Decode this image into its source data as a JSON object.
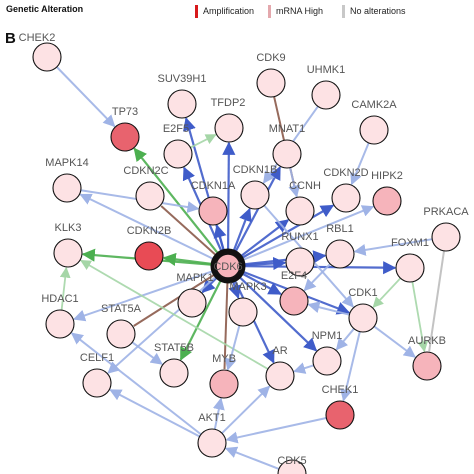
{
  "legend": {
    "title": "Genetic Alteration",
    "items": [
      {
        "label": "Amplification",
        "color": "#d7191c"
      },
      {
        "label": "mRNA High",
        "color": "#e4a8ad"
      },
      {
        "label": "No alterations",
        "color": "#c8c8c8"
      }
    ]
  },
  "panel_label": "B",
  "colors": {
    "edge_blue": "#3f5cc9",
    "edge_light_blue": "#9fb3e6",
    "edge_green": "#4caf50",
    "edge_light_green": "#a5d6a7",
    "edge_brown": "#8b5a4a",
    "edge_gray": "#bdbdbd",
    "node_border": "#111111",
    "node_fill_light": "#fde2e4",
    "node_fill_mid": "#f6b4bb",
    "node_fill_strong": "#e8636e"
  },
  "graph": {
    "center": "CDK6",
    "nodes": [
      {
        "id": "CDK6",
        "label": "CDK6",
        "level": "center"
      },
      {
        "id": "CHEK2",
        "label": "CHEK2",
        "level": "light"
      },
      {
        "id": "CDK9",
        "label": "CDK9",
        "level": "light"
      },
      {
        "id": "UHMK1",
        "label": "UHMK1",
        "level": "light"
      },
      {
        "id": "SUV39H1",
        "label": "SUV39H1",
        "level": "light"
      },
      {
        "id": "TFDP2",
        "label": "TFDP2",
        "level": "light"
      },
      {
        "id": "TP73",
        "label": "TP73",
        "level": "strong"
      },
      {
        "id": "E2F5",
        "label": "E2F5",
        "level": "light"
      },
      {
        "id": "MNAT1",
        "label": "MNAT1",
        "level": "light"
      },
      {
        "id": "CAMK2A",
        "label": "CAMK2A",
        "level": "light"
      },
      {
        "id": "MAPK14",
        "label": "MAPK14",
        "level": "light"
      },
      {
        "id": "CDKN2C",
        "label": "CDKN2C",
        "level": "light"
      },
      {
        "id": "CDKN1A",
        "label": "CDKN1A",
        "level": "mid"
      },
      {
        "id": "CDKN1B",
        "label": "CDKN1B",
        "level": "light"
      },
      {
        "id": "CCNH",
        "label": "CCNH",
        "level": "light"
      },
      {
        "id": "CDKN2D",
        "label": "CDKN2D",
        "level": "light"
      },
      {
        "id": "HIPK2",
        "label": "HIPK2",
        "level": "mid"
      },
      {
        "id": "PRKACA",
        "label": "PRKACA",
        "level": "light"
      },
      {
        "id": "KLK3",
        "label": "KLK3",
        "level": "light"
      },
      {
        "id": "CDKN2B",
        "label": "CDKN2B",
        "level": "amplified"
      },
      {
        "id": "RUNX1",
        "label": "RUNX1",
        "level": "light"
      },
      {
        "id": "RBL1",
        "label": "RBL1",
        "level": "light"
      },
      {
        "id": "FOXM1",
        "label": "FOXM1",
        "level": "light"
      },
      {
        "id": "HDAC1",
        "label": "HDAC1",
        "level": "light"
      },
      {
        "id": "MAPK1",
        "label": "MAPK1",
        "level": "light"
      },
      {
        "id": "MAPK3",
        "label": "MAPK3",
        "level": "light"
      },
      {
        "id": "E2F4",
        "label": "E2F4",
        "level": "mid"
      },
      {
        "id": "CDK1",
        "label": "CDK1",
        "level": "light"
      },
      {
        "id": "STAT5A",
        "label": "STAT5A",
        "level": "light"
      },
      {
        "id": "NPM1",
        "label": "NPM1",
        "level": "light"
      },
      {
        "id": "AURKB",
        "label": "AURKB",
        "level": "mid"
      },
      {
        "id": "CELF1",
        "label": "CELF1",
        "level": "light"
      },
      {
        "id": "STAT5B",
        "label": "STAT5B",
        "level": "light"
      },
      {
        "id": "MYB",
        "label": "MYB",
        "level": "mid"
      },
      {
        "id": "AR",
        "label": "AR",
        "level": "light"
      },
      {
        "id": "CHEK1",
        "label": "CHEK1",
        "level": "strong"
      },
      {
        "id": "AKT1",
        "label": "AKT1",
        "level": "light"
      },
      {
        "id": "CDK5",
        "label": "CDK5",
        "level": "light"
      }
    ],
    "edges": [
      {
        "from": "CDK6",
        "to": "TP73",
        "kind": "green"
      },
      {
        "from": "CDK6",
        "to": "E2F5",
        "kind": "blue"
      },
      {
        "from": "CDK6",
        "to": "TFDP2",
        "kind": "blue"
      },
      {
        "from": "CDK6",
        "to": "SUV39H1",
        "kind": "blue"
      },
      {
        "from": "CDK6",
        "to": "CDKN1A",
        "kind": "blue"
      },
      {
        "from": "CDK6",
        "to": "CDKN1B",
        "kind": "blue"
      },
      {
        "from": "CDK6",
        "to": "CDKN2C",
        "kind": "brown"
      },
      {
        "from": "CDK6",
        "to": "CDKN2B",
        "kind": "green"
      },
      {
        "from": "CDK6",
        "to": "KLK3",
        "kind": "green"
      },
      {
        "from": "CDK6",
        "to": "CCNH",
        "kind": "blue"
      },
      {
        "from": "CDK6",
        "to": "CDKN2D",
        "kind": "blue"
      },
      {
        "from": "CDK6",
        "to": "MNAT1",
        "kind": "blue"
      },
      {
        "from": "CDK6",
        "to": "RUNX1",
        "kind": "blue"
      },
      {
        "from": "CDK6",
        "to": "RBL1",
        "kind": "blue"
      },
      {
        "from": "CDK6",
        "to": "FOXM1",
        "kind": "blue"
      },
      {
        "from": "CDK6",
        "to": "E2F4",
        "kind": "blue"
      },
      {
        "from": "CDK6",
        "to": "MAPK3",
        "kind": "blue"
      },
      {
        "from": "CDK6",
        "to": "MAPK1",
        "kind": "blue"
      },
      {
        "from": "CDK6",
        "to": "STAT5A",
        "kind": "brown"
      },
      {
        "from": "CDK6",
        "to": "STAT5B",
        "kind": "green"
      },
      {
        "from": "CDK6",
        "to": "MYB",
        "kind": "brown"
      },
      {
        "from": "CDK6",
        "to": "AR",
        "kind": "blue"
      },
      {
        "from": "CDK6",
        "to": "NPM1",
        "kind": "blue"
      },
      {
        "from": "CDK6",
        "to": "CDK1",
        "kind": "blue"
      },
      {
        "from": "CDK6",
        "to": "HDAC1",
        "kind": "light_blue"
      },
      {
        "from": "CDK6",
        "to": "CELF1",
        "kind": "light_blue"
      },
      {
        "from": "CDK6",
        "to": "HIPK2",
        "kind": "light_blue"
      },
      {
        "from": "CDK6",
        "to": "MAPK14",
        "kind": "light_blue"
      },
      {
        "from": "CHEK2",
        "to": "TP73",
        "kind": "light_blue"
      },
      {
        "from": "CDK9",
        "to": "CCNH",
        "kind": "brown"
      },
      {
        "from": "UHMK1",
        "to": "CDKN1B",
        "kind": "light_blue"
      },
      {
        "from": "CAMK2A",
        "to": "CDKN2D",
        "kind": "light_blue"
      },
      {
        "from": "MAPK14",
        "to": "CDKN1A",
        "kind": "light_blue"
      },
      {
        "from": "PRKACA",
        "to": "RBL1",
        "kind": "light_blue"
      },
      {
        "from": "PRKACA",
        "to": "AURKB",
        "kind": "gray"
      },
      {
        "from": "FOXM1",
        "to": "AURKB",
        "kind": "light_green"
      },
      {
        "from": "CDK1",
        "to": "NPM1",
        "kind": "light_blue"
      },
      {
        "from": "CDK1",
        "to": "AURKB",
        "kind": "light_blue"
      },
      {
        "from": "CDK1",
        "to": "CHEK1",
        "kind": "light_blue"
      },
      {
        "from": "CHEK1",
        "to": "AKT1",
        "kind": "light_blue"
      },
      {
        "from": "CDK5",
        "to": "AKT1",
        "kind": "light_blue"
      },
      {
        "from": "AKT1",
        "to": "CELF1",
        "kind": "light_blue"
      },
      {
        "from": "AKT1",
        "to": "MYB",
        "kind": "light_blue"
      },
      {
        "from": "AKT1",
        "to": "AR",
        "kind": "light_blue"
      },
      {
        "from": "AKT1",
        "to": "HDAC1",
        "kind": "light_blue"
      },
      {
        "from": "HDAC1",
        "to": "KLK3",
        "kind": "light_green"
      },
      {
        "from": "AR",
        "to": "KLK3",
        "kind": "light_green"
      },
      {
        "from": "MNAT1",
        "to": "CCNH",
        "kind": "light_blue"
      },
      {
        "from": "CDKN1B",
        "to": "CDK1",
        "kind": "light_blue"
      },
      {
        "from": "RBL1",
        "to": "E2F4",
        "kind": "light_blue"
      },
      {
        "from": "E2F5",
        "to": "TFDP2",
        "kind": "light_green"
      },
      {
        "from": "STAT5A",
        "to": "STAT5B",
        "kind": "light_blue"
      },
      {
        "from": "MAPK3",
        "to": "MYB",
        "kind": "light_blue"
      },
      {
        "from": "NPM1",
        "to": "AR",
        "kind": "light_blue"
      },
      {
        "from": "FOXM1",
        "to": "CDK1",
        "kind": "light_green"
      },
      {
        "from": "CDK1",
        "to": "E2F4",
        "kind": "light_blue"
      }
    ]
  }
}
